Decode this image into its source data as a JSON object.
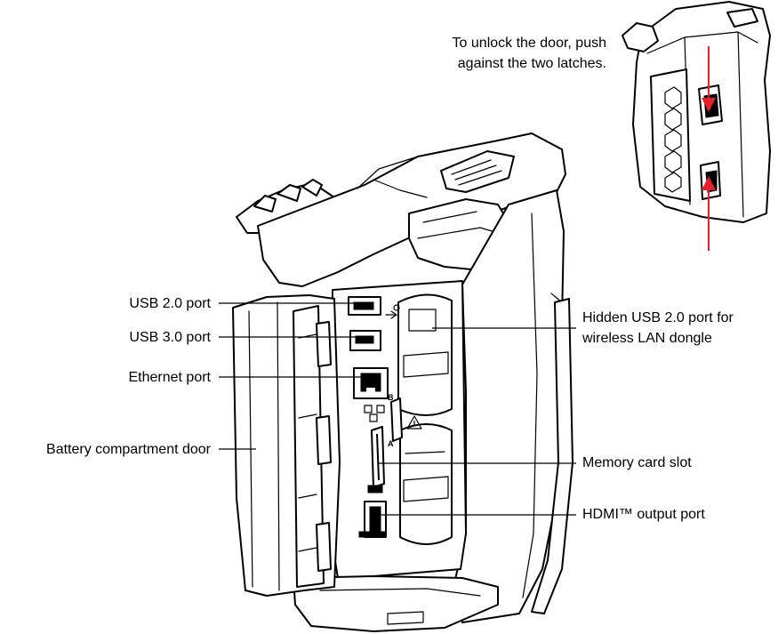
{
  "callouts": {
    "usb20": "USB 2.0 port",
    "usb30": "USB 3.0 port",
    "ethernet": "Ethernet port",
    "battery_door": "Battery compartment door",
    "hidden_usb_line1": "Hidden USB 2.0 port for",
    "hidden_usb_line2": "wireless LAN dongle",
    "memory_card": "Memory card slot",
    "hdmi": "HDMI™ output port"
  },
  "inset": {
    "caption_line1": "To unlock the door, push",
    "caption_line2": "against the two latches.",
    "arrow_color": "#e8202a"
  },
  "colors": {
    "ink": "#000000",
    "background": "#ffffff",
    "arrow": "#e8202a"
  },
  "icons": [
    "usb-symbol-icon",
    "sd-symbol-icon",
    "hdmi-symbol-icon",
    "warning-triangle-icon",
    "network-symbol-icon"
  ]
}
